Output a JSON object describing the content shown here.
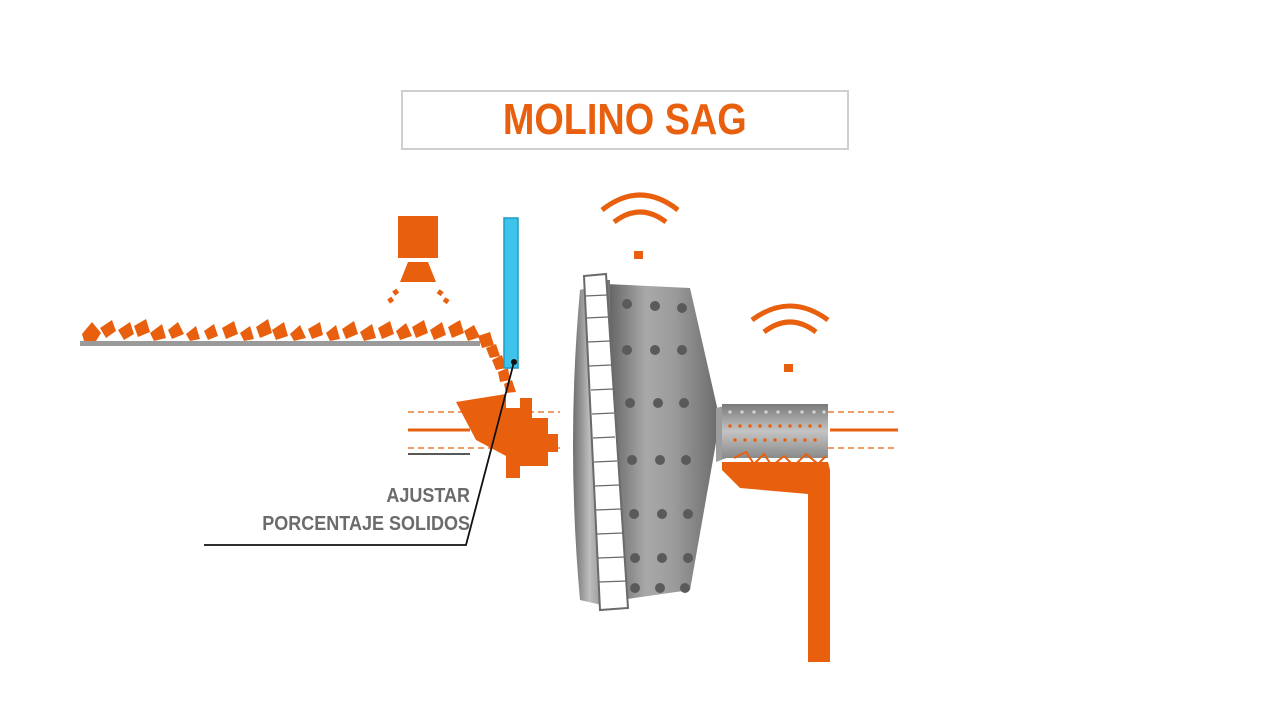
{
  "title": "MOLINO SAG",
  "annotation": {
    "line1": "AJUSTAR",
    "line2": "PORCENTAJE SOLIDOS"
  },
  "colors": {
    "accent": "#e8600e",
    "water": "#3ec3ea",
    "steel": "#8a8a8a",
    "label_text": "#6b6b6b",
    "frame": "#cfcfcf"
  },
  "icons": [
    "feed-hopper-icon",
    "wireless-signal-icon",
    "wireless-signal-icon"
  ]
}
